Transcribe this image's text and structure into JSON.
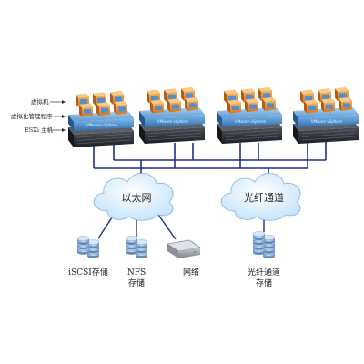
{
  "left_labels": {
    "vm": "虚拟机",
    "hypervisor": "虚拟化管理程序",
    "host": "ESXi 主机"
  },
  "hosts": [
    {
      "band": "VMware vSphere"
    },
    {
      "band": "VMware vSphere"
    },
    {
      "band": "VMware vSphere"
    },
    {
      "band": "VMware vSphere"
    }
  ],
  "clouds": {
    "ethernet": "以太网",
    "fibre": "光纤通道"
  },
  "devices": {
    "iscsi": "iSCSI存储",
    "nfs_line1": "NFS",
    "nfs_line2": "存储",
    "network": "网络",
    "fc_line1": "光纤通道",
    "fc_line2": "存储"
  },
  "colors": {
    "vm_orange": "#e8892a",
    "hypervisor_blue": "#3a79b8",
    "host_dark": "#2b2e33",
    "link_blue": "#1f2f8f",
    "cloud_blue": "#cfe7fb",
    "disk_blue": "#8fb6dc"
  }
}
